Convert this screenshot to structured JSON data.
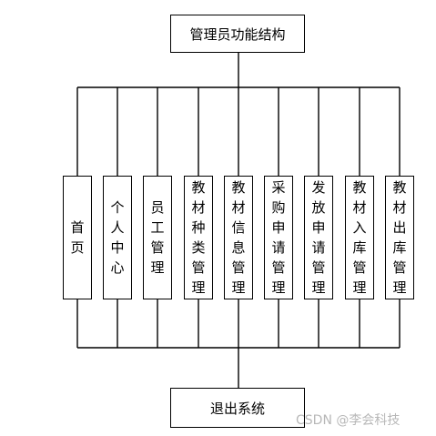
{
  "root": {
    "label": "管理员功能结构"
  },
  "functions": [
    {
      "id": "home",
      "label": "首页"
    },
    {
      "id": "personal-center",
      "label": "个人中心"
    },
    {
      "id": "staff-management",
      "label": "员工管理"
    },
    {
      "id": "material-category-management",
      "label": "教材种类管理"
    },
    {
      "id": "material-info-management",
      "label": "教材信息管理"
    },
    {
      "id": "purchase-request-management",
      "label": "采购申请管理"
    },
    {
      "id": "issue-request-management",
      "label": "发放申请管理"
    },
    {
      "id": "material-inbound-management",
      "label": "教材入库管理"
    },
    {
      "id": "material-outbound-management",
      "label": "教材出库管理"
    }
  ],
  "exit": {
    "label": "退出系统"
  },
  "watermark": "CSDN @李会科技"
}
